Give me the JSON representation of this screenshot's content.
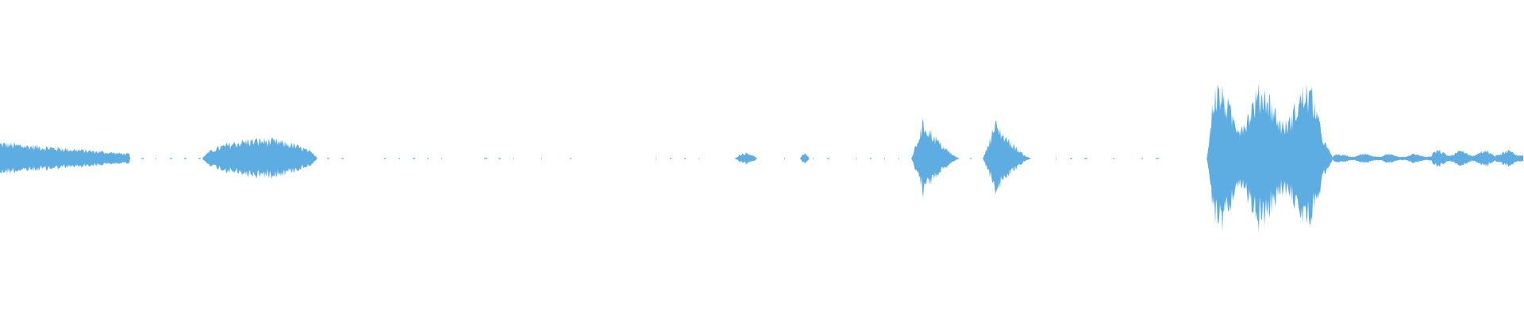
{
  "waveform": {
    "color": "#5dade2",
    "background": "#ffffff",
    "duration_fraction_segments": [
      {
        "start": 0.0,
        "end": 0.085,
        "peak": 0.14,
        "shape": "decay"
      },
      {
        "start": 0.133,
        "end": 0.208,
        "peak": 0.17,
        "shape": "bulge"
      },
      {
        "start": 0.482,
        "end": 0.497,
        "peak": 0.05,
        "shape": "blip"
      },
      {
        "start": 0.525,
        "end": 0.531,
        "peak": 0.05,
        "shape": "blip"
      },
      {
        "start": 0.598,
        "end": 0.63,
        "peak": 0.33,
        "shape": "burst"
      },
      {
        "start": 0.645,
        "end": 0.677,
        "peak": 0.32,
        "shape": "burst"
      },
      {
        "start": 0.792,
        "end": 0.875,
        "peak": 0.62,
        "shape": "loud"
      },
      {
        "start": 0.875,
        "end": 0.94,
        "peak": 0.04,
        "shape": "flat"
      },
      {
        "start": 0.94,
        "end": 1.0,
        "peak": 0.07,
        "shape": "flat"
      }
    ]
  }
}
